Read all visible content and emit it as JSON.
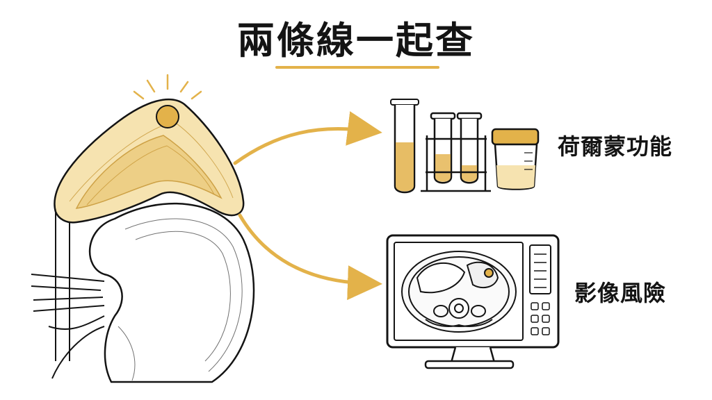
{
  "title": "兩條線一起查",
  "branches": {
    "hormone_label": "荷爾蒙功能",
    "imaging_label": "影像風險"
  },
  "colors": {
    "accent": "#e3b24a",
    "gland_fill": "#f6e3b0",
    "gland_inner": "#edcd82",
    "ink": "#141414"
  }
}
